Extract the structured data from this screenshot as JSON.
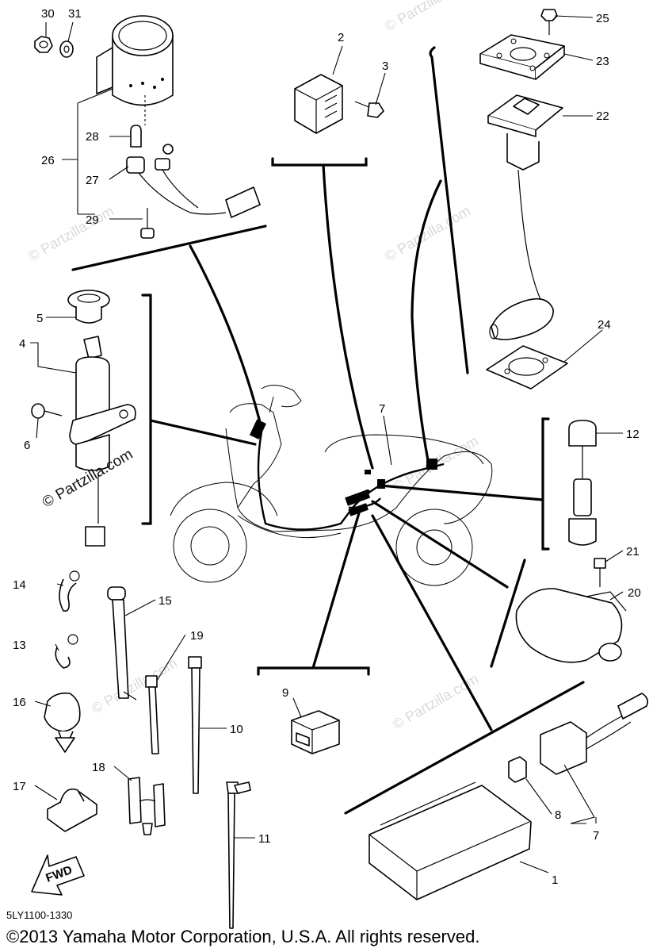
{
  "diagram": {
    "part_numbers": {
      "n1": "1",
      "n2": "2",
      "n3": "3",
      "n4": "4",
      "n5": "5",
      "n6": "6",
      "n7a": "7",
      "n7b": "7",
      "n8": "8",
      "n9": "9",
      "n10": "10",
      "n11": "11",
      "n12": "12",
      "n13": "13",
      "n14": "14",
      "n15": "15",
      "n16": "16",
      "n17": "17",
      "n18": "18",
      "n19": "19",
      "n20": "20",
      "n21": "21",
      "n22": "22",
      "n23": "23",
      "n24": "24",
      "n25": "25",
      "n26": "26",
      "n27": "27",
      "n28": "28",
      "n29": "29",
      "n30": "30",
      "n31": "31"
    },
    "fwd_label": "FWD",
    "drawing_code": "5LY1100-1330",
    "copyright": "©2013  Yamaha Motor Corporation, U.S.A. All rights reserved.",
    "watermark": "© Partzilla.com"
  }
}
